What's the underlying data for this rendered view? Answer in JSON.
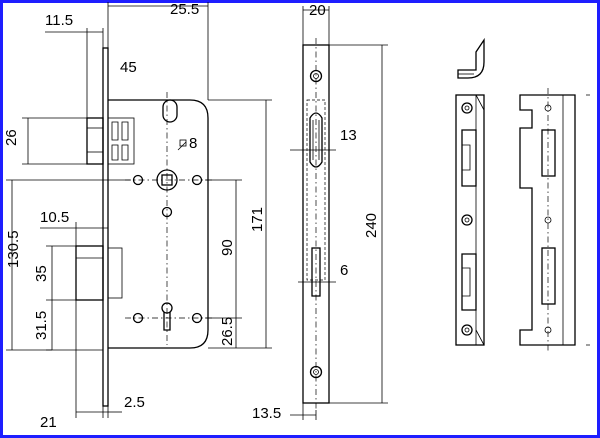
{
  "colors": {
    "border": "#1e1eff",
    "line": "#000000",
    "background": "#ffffff"
  },
  "dimensions": {
    "d_11_5": "11.5",
    "d_25_5": "25.5",
    "d_20": "20",
    "d_45": "45",
    "d_26": "26",
    "d_8": "8",
    "d_13": "13",
    "d_130_5": "130.5",
    "d_10_5": "10.5",
    "d_171": "171",
    "d_240": "240",
    "d_90": "90",
    "d_35": "35",
    "d_6": "6",
    "d_31_5": "31.5",
    "d_26_5": "26.5",
    "d_21": "21",
    "d_2_5": "2.5",
    "d_13_5": "13.5"
  }
}
